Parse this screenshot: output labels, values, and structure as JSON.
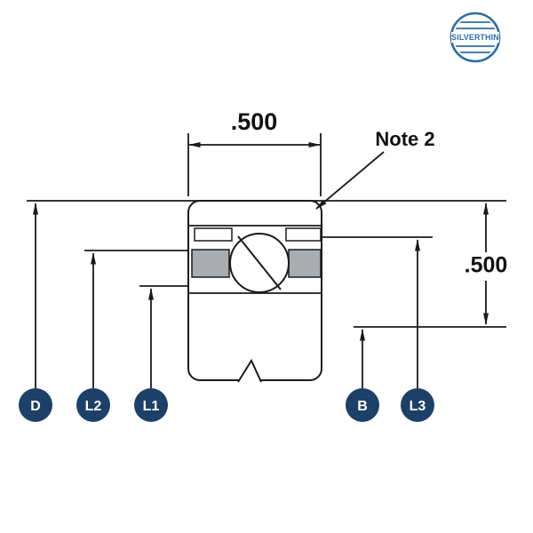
{
  "logo": {
    "text": "SILVERTHIN"
  },
  "dimensions": {
    "top_width": ".500",
    "right_height": ".500",
    "note": "Note 2"
  },
  "labels": {
    "D": "D",
    "L2": "L2",
    "L1": "L1",
    "B": "B",
    "L3": "L3"
  },
  "colors": {
    "badge": "#1d4068",
    "logo_blue": "#2e6da4",
    "line": "#1a1a1a",
    "retainer": "#a9adb1"
  }
}
